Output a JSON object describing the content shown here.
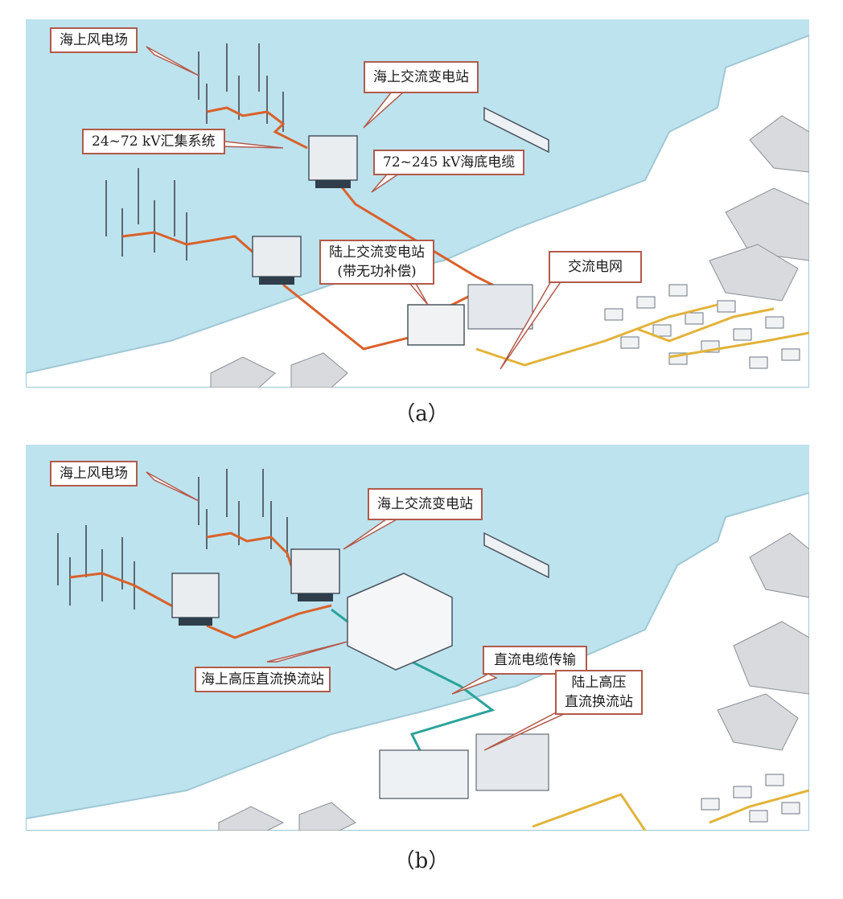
{
  "panel_a": {
    "caption": "（a）",
    "callouts": {
      "wind_farm": "海上风电场",
      "collection": "24~72 kV汇集系统",
      "offshore_ac": "海上交流变电站",
      "submarine_cable": "72~245 kV海底电缆",
      "onshore_ac_line1": "陆上交流变电站",
      "onshore_ac_line2": "(带无功补偿)",
      "ac_grid": "交流电网"
    }
  },
  "panel_b": {
    "caption": "（b）",
    "callouts": {
      "wind_farm": "海上风电场",
      "offshore_ac": "海上交流变电站",
      "offshore_hvdc": "海上高压直流换流站",
      "dc_cable": "直流电缆传输",
      "onshore_hvdc_line1": "陆上高压",
      "onshore_hvdc_line2": "直流换流站"
    }
  },
  "colors": {
    "sea": "#bde3ee",
    "land": "#ffffff",
    "ac_cable": "#d9612a",
    "dc_cable": "#2aa39a",
    "grid_line": "#e2b33a",
    "callout_border": "#b25a4a"
  }
}
